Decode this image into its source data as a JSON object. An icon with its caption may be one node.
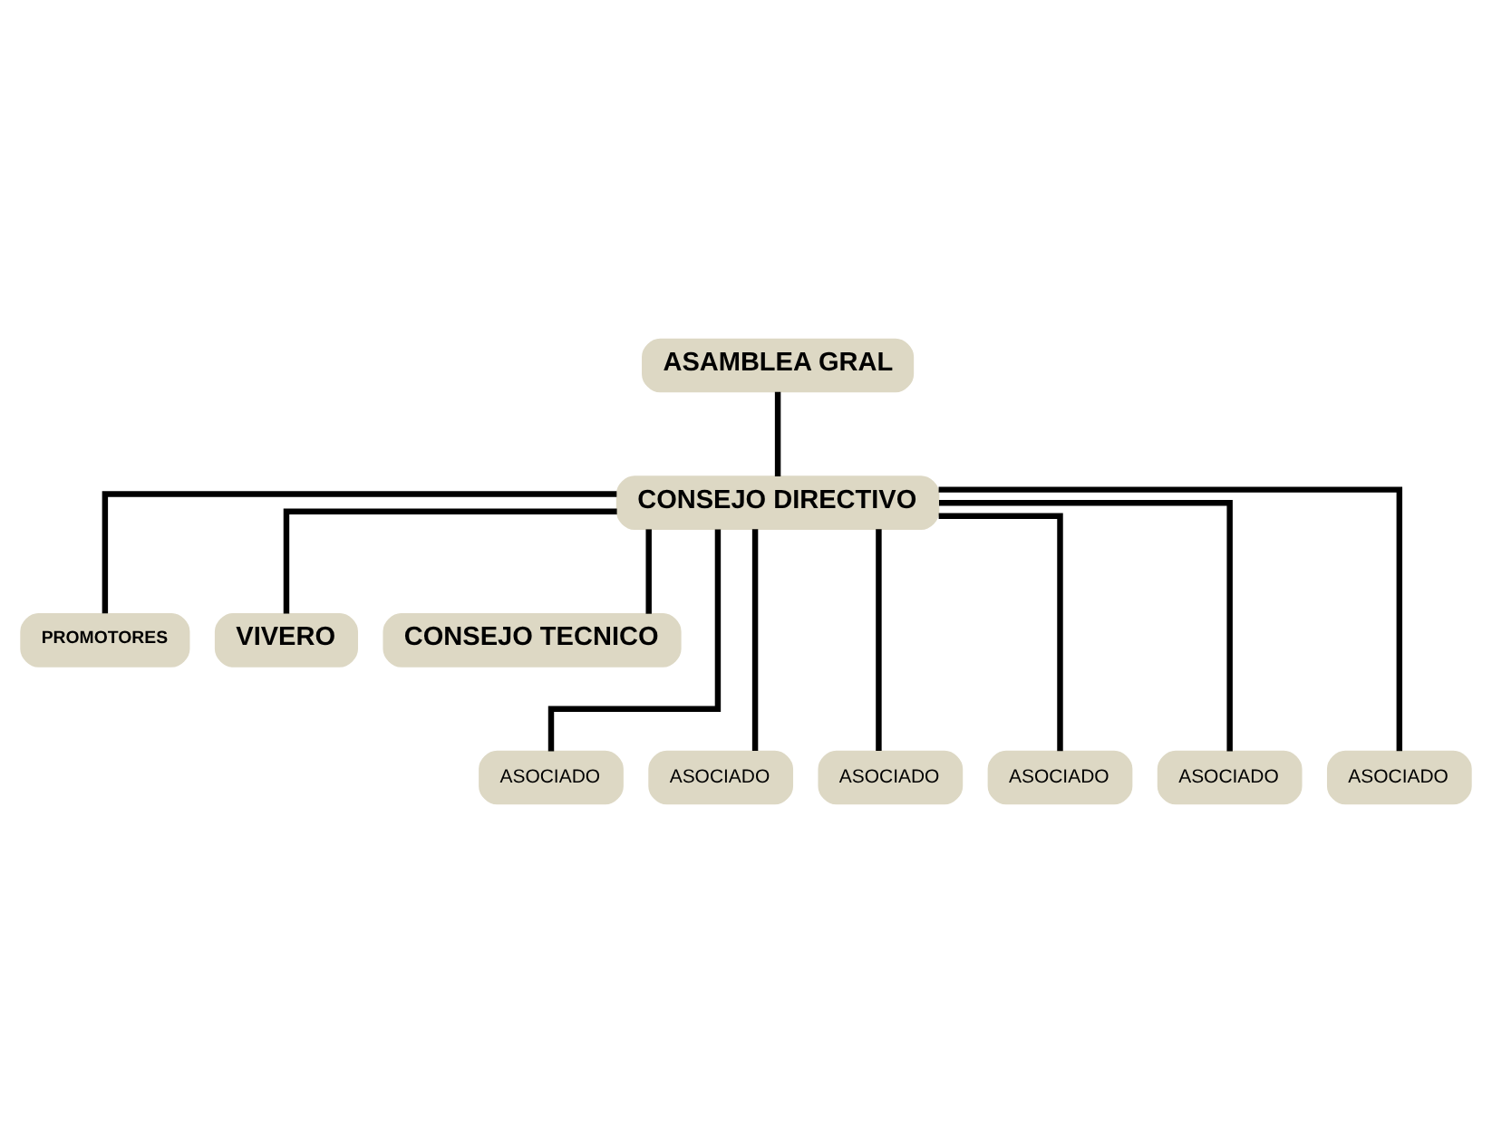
{
  "diagram": {
    "nodes": [
      {
        "text": [
          "ASAMBLEA GRAL"
        ]
      },
      {
        "text": [
          "CONSEJO DIRECTIVO"
        ]
      },
      {
        "text": [
          "PROMOTORES"
        ]
      },
      {
        "text": [
          "VIVERO"
        ]
      },
      {
        "text": [
          "CONSEJO TECNICO"
        ]
      },
      {
        "text": [
          "ASOCIADO"
        ]
      },
      {
        "text": [
          "ASOCIADO"
        ]
      },
      {
        "text": [
          "ASOCIADO"
        ]
      },
      {
        "text": [
          "ASOCIADO"
        ]
      },
      {
        "text": [
          "ASOCIADO"
        ]
      },
      {
        "text": [
          "ASOCIADO"
        ]
      }
    ],
    "edges": [
      {
        "from": 0,
        "to": 1,
        "arrow": "none"
      },
      {
        "from": 1,
        "to": 2,
        "arrow": "none"
      },
      {
        "from": 1,
        "to": 3,
        "arrow": "none"
      },
      {
        "from": 1,
        "to": 4,
        "arrow": "none"
      },
      {
        "from": 1,
        "to": 5,
        "arrow": "none"
      },
      {
        "from": 1,
        "to": 6,
        "arrow": "none"
      },
      {
        "from": 1,
        "to": 7,
        "arrow": "none"
      },
      {
        "from": 1,
        "to": 8,
        "arrow": "none"
      },
      {
        "from": 1,
        "to": 9,
        "arrow": "none"
      },
      {
        "from": 1,
        "to": 10,
        "arrow": "none"
      }
    ]
  }
}
